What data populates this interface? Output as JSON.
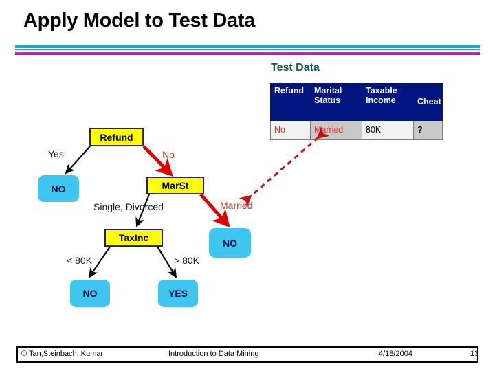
{
  "slide": {
    "title": "Apply Model to Test Data",
    "accent_teal": "#1aa8c8",
    "accent_magenta": "#a0169c"
  },
  "test_data": {
    "caption": "Test Data",
    "caption_color": "#0d6152",
    "header_bg": "#00157f",
    "columns": [
      "Refund",
      "Marital Status",
      "Taxable Income",
      "Cheat"
    ],
    "column_lines": [
      [
        "Refund"
      ],
      [
        "Marital",
        "Status"
      ],
      [
        "Taxable",
        "Income"
      ],
      [
        "Cheat"
      ]
    ],
    "rows": [
      {
        "refund": "No",
        "marital_status": "Married",
        "taxable_income": "80K",
        "cheat": "?"
      }
    ]
  },
  "tree": {
    "node_fill": "#ffff00",
    "node_border": "#202080",
    "leaf_fill": "#3fc6f0",
    "highlight_color": "#e00000",
    "nodes": {
      "refund": "Refund",
      "marst": "MarSt",
      "taxinc": "TaxInc"
    },
    "leaves": {
      "refund_yes": "NO",
      "married": "NO",
      "lt_80k": "NO",
      "gt_80k": "YES"
    },
    "edges": {
      "yes": "Yes",
      "no": "No",
      "single_divorced": "Single, Divorced",
      "married": "Married",
      "lt_80k": "< 80K",
      "gt_80k": "> 80K"
    }
  },
  "footer": {
    "authors": "© Tan,Steinbach, Kumar",
    "book": "Introduction to Data Mining",
    "date": "4/18/2004",
    "page": "13"
  }
}
